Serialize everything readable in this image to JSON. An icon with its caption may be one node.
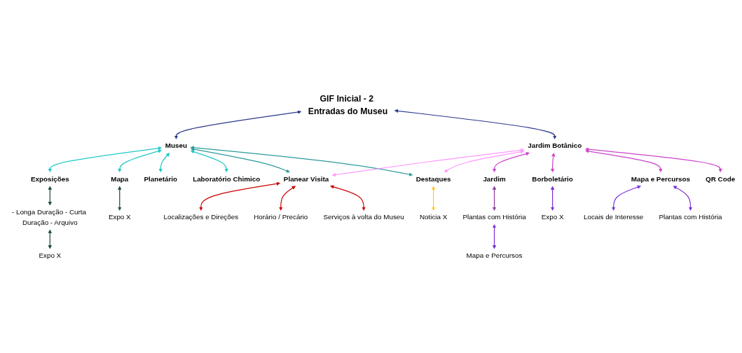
{
  "diagram": {
    "nodes": [
      {
        "text": [
          "GIF Inicial - 2 Entradas do Museu"
        ]
      },
      {
        "text": [
          "Museu"
        ]
      },
      {
        "text": [
          "Jardim Botânico"
        ]
      },
      {
        "text": [
          "Exposições"
        ]
      },
      {
        "text": [
          "Mapa"
        ]
      },
      {
        "text": [
          "Planetário"
        ]
      },
      {
        "text": [
          "Laboratório Chimico"
        ]
      },
      {
        "text": [
          "Jardim"
        ]
      },
      {
        "text": [
          "Borboletário"
        ]
      },
      {
        "text": [
          "Mapa e Percursos"
        ]
      },
      {
        "text": [
          "QR Code"
        ]
      },
      {
        "text": [
          "- Longa Duração - Curta Duração - Arquivo"
        ]
      },
      {
        "text": [
          "Expo X"
        ]
      },
      {
        "text": [
          "Plantas com História"
        ]
      },
      {
        "text": [
          "Expo X"
        ]
      },
      {
        "text": [
          "Locais de Interesse"
        ]
      },
      {
        "text": [
          "Plantas com História"
        ]
      },
      {
        "text": [
          "Planear Visita"
        ]
      },
      {
        "text": [
          "Destaques"
        ]
      },
      {
        "text": [
          "Expo X"
        ]
      },
      {
        "text": [
          "Mapa e Percursos"
        ]
      },
      {
        "text": [
          "Localizações e Direções"
        ]
      },
      {
        "text": [
          "Serviços à volta do Museu"
        ]
      },
      {
        "text": [
          "Noticia X"
        ]
      },
      {
        "text": [
          "Horário / Precário"
        ]
      }
    ],
    "edges": [
      {
        "from": 0,
        "to": 1,
        "arrow": "both",
        "color": "#2b3a8c"
      },
      {
        "from": 0,
        "to": 2,
        "arrow": "both",
        "color": "#2b3a8c"
      },
      {
        "from": 1,
        "to": 3,
        "arrow": "both",
        "color": "#22c8c8"
      },
      {
        "from": 1,
        "to": 4,
        "arrow": "both",
        "color": "#22c8c8"
      },
      {
        "from": 1,
        "to": 5,
        "arrow": "both",
        "color": "#22c8c8"
      },
      {
        "from": 1,
        "to": 6,
        "arrow": "both",
        "color": "#22c8c8"
      },
      {
        "from": 1,
        "to": 17,
        "arrow": "both",
        "color": "#2e9a9a"
      },
      {
        "from": 1,
        "to": 18,
        "arrow": "both",
        "color": "#2e9a9a"
      },
      {
        "from": 2,
        "to": 17,
        "arrow": "both",
        "color": "#ff99ff"
      },
      {
        "from": 2,
        "to": 18,
        "arrow": "both",
        "color": "#ff99ff"
      },
      {
        "from": 2,
        "to": 7,
        "arrow": "both",
        "color": "#cc44cc"
      },
      {
        "from": 2,
        "to": 8,
        "arrow": "both",
        "color": "#cc44cc"
      },
      {
        "from": 2,
        "to": 9,
        "arrow": "both",
        "color": "#cc44cc"
      },
      {
        "from": 2,
        "to": 10,
        "arrow": "both",
        "color": "#cc44cc"
      },
      {
        "from": 3,
        "to": 11,
        "arrow": "both",
        "color": "#1f4a44"
      },
      {
        "from": 11,
        "to": 19,
        "arrow": "both",
        "color": "#1f4a44"
      },
      {
        "from": 4,
        "to": 12,
        "arrow": "both",
        "color": "#1f4a44"
      },
      {
        "from": 7,
        "to": 13,
        "arrow": "both",
        "color": "#8e3a9e"
      },
      {
        "from": 13,
        "to": 20,
        "arrow": "both",
        "color": "#7a2fd6"
      },
      {
        "from": 8,
        "to": 14,
        "arrow": "both",
        "color": "#7a2fd6"
      },
      {
        "from": 9,
        "to": 15,
        "arrow": "both",
        "color": "#7a2fd6"
      },
      {
        "from": 9,
        "to": 16,
        "arrow": "both",
        "color": "#7a2fd6"
      },
      {
        "from": 17,
        "to": 21,
        "arrow": "both",
        "color": "#cc0000"
      },
      {
        "from": 17,
        "to": 24,
        "arrow": "both",
        "color": "#cc0000"
      },
      {
        "from": 17,
        "to": 22,
        "arrow": "both",
        "color": "#cc0000"
      },
      {
        "from": 18,
        "to": 23,
        "arrow": "both",
        "color": "#ffc830"
      }
    ]
  }
}
